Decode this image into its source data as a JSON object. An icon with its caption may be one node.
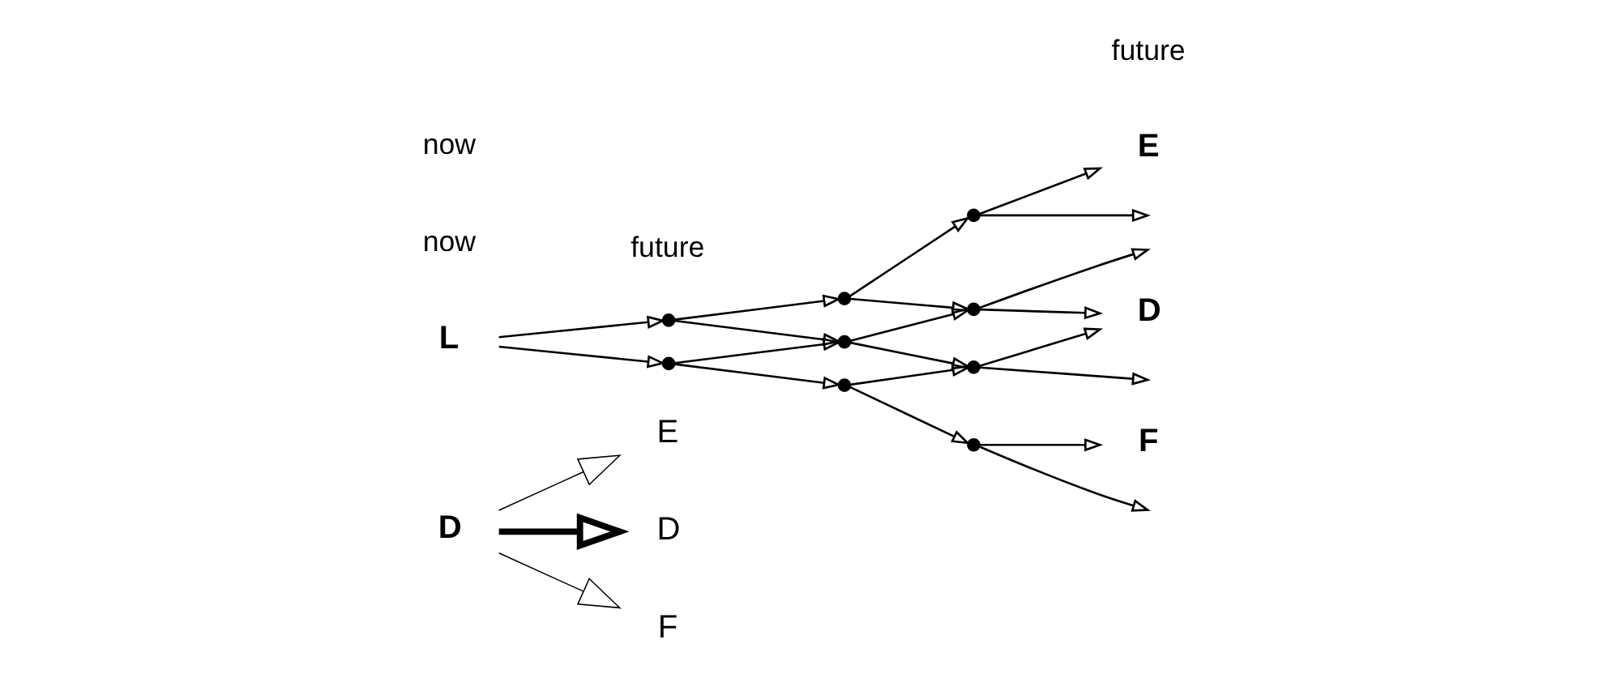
{
  "diagram": {
    "nodes": [
      {
        "text": [
          "D"
        ]
      },
      {
        "text": [
          "E"
        ]
      },
      {
        "text": [
          "D"
        ]
      },
      {
        "text": [
          "F"
        ]
      },
      {
        "text": [
          "L"
        ]
      },
      {
        "text": [],
        "shape": "circle"
      },
      {
        "text": [],
        "shape": "circle"
      },
      {
        "text": [],
        "shape": "circle"
      },
      {
        "text": [],
        "shape": "circle"
      },
      {
        "text": [],
        "shape": "circle"
      },
      {
        "text": [],
        "shape": "circle"
      },
      {
        "text": [],
        "shape": "circle"
      },
      {
        "text": [],
        "shape": "circle"
      },
      {
        "text": [],
        "shape": "circle"
      },
      {
        "text": [
          "E"
        ]
      },
      {
        "text": [
          "D"
        ]
      },
      {
        "text": [
          "F"
        ]
      }
    ],
    "edges": [
      {
        "from": 0,
        "to": 1,
        "arrow": "to"
      },
      {
        "from": 0,
        "to": 2,
        "arrow": "to",
        "style": "thick"
      },
      {
        "from": 0,
        "to": 3,
        "arrow": "to"
      },
      {
        "from": 4,
        "to": 5,
        "arrow": "to"
      },
      {
        "from": 4,
        "to": 6,
        "arrow": "to"
      },
      {
        "from": 5,
        "to": 7,
        "arrow": "to"
      },
      {
        "from": 5,
        "to": 8,
        "arrow": "to"
      },
      {
        "from": 6,
        "to": 8,
        "arrow": "to"
      },
      {
        "from": 6,
        "to": 9,
        "arrow": "to"
      },
      {
        "from": 7,
        "to": 10,
        "arrow": "to"
      },
      {
        "from": 7,
        "to": 11,
        "arrow": "to"
      },
      {
        "from": 8,
        "to": 11,
        "arrow": "to"
      },
      {
        "from": 8,
        "to": 12,
        "arrow": "to"
      },
      {
        "from": 9,
        "to": 12,
        "arrow": "to"
      },
      {
        "from": 9,
        "to": 13,
        "arrow": "to"
      },
      {
        "from": 10,
        "to": 14,
        "arrow": "to"
      },
      {
        "from": 10,
        "to": null,
        "arrow": "to"
      },
      {
        "from": 11,
        "to": null,
        "arrow": "to"
      },
      {
        "from": 11,
        "to": 15,
        "arrow": "to"
      },
      {
        "from": 12,
        "to": 15,
        "arrow": "to"
      },
      {
        "from": 12,
        "to": null,
        "arrow": "to"
      },
      {
        "from": 13,
        "to": null,
        "arrow": "to"
      },
      {
        "from": 13,
        "to": 16,
        "arrow": "to"
      }
    ],
    "labels": [
      "now",
      "future",
      "now",
      "future"
    ]
  }
}
